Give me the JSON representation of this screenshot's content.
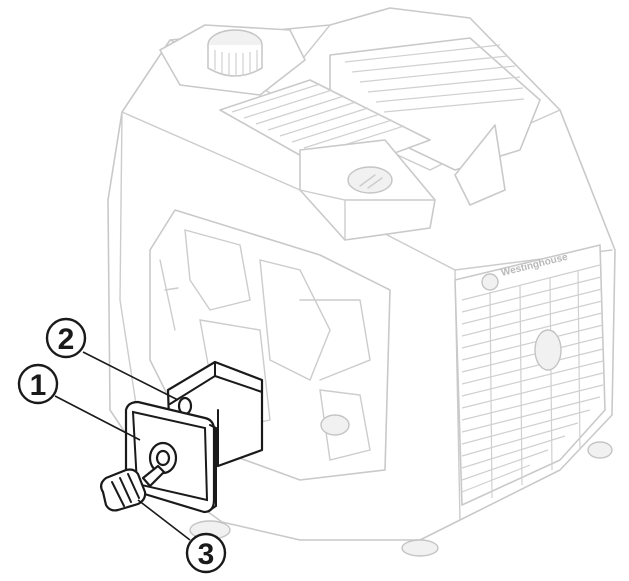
{
  "diagram": {
    "brand": "Westinghouse",
    "callouts": [
      {
        "number": "1",
        "part": "air-filter-cover"
      },
      {
        "number": "2",
        "part": "air-filter-element"
      },
      {
        "number": "3",
        "part": "cover-knob"
      }
    ],
    "colors": {
      "line": "#1a1a1a",
      "faint_outline": "#c9c9c9",
      "background": "#ffffff"
    }
  }
}
